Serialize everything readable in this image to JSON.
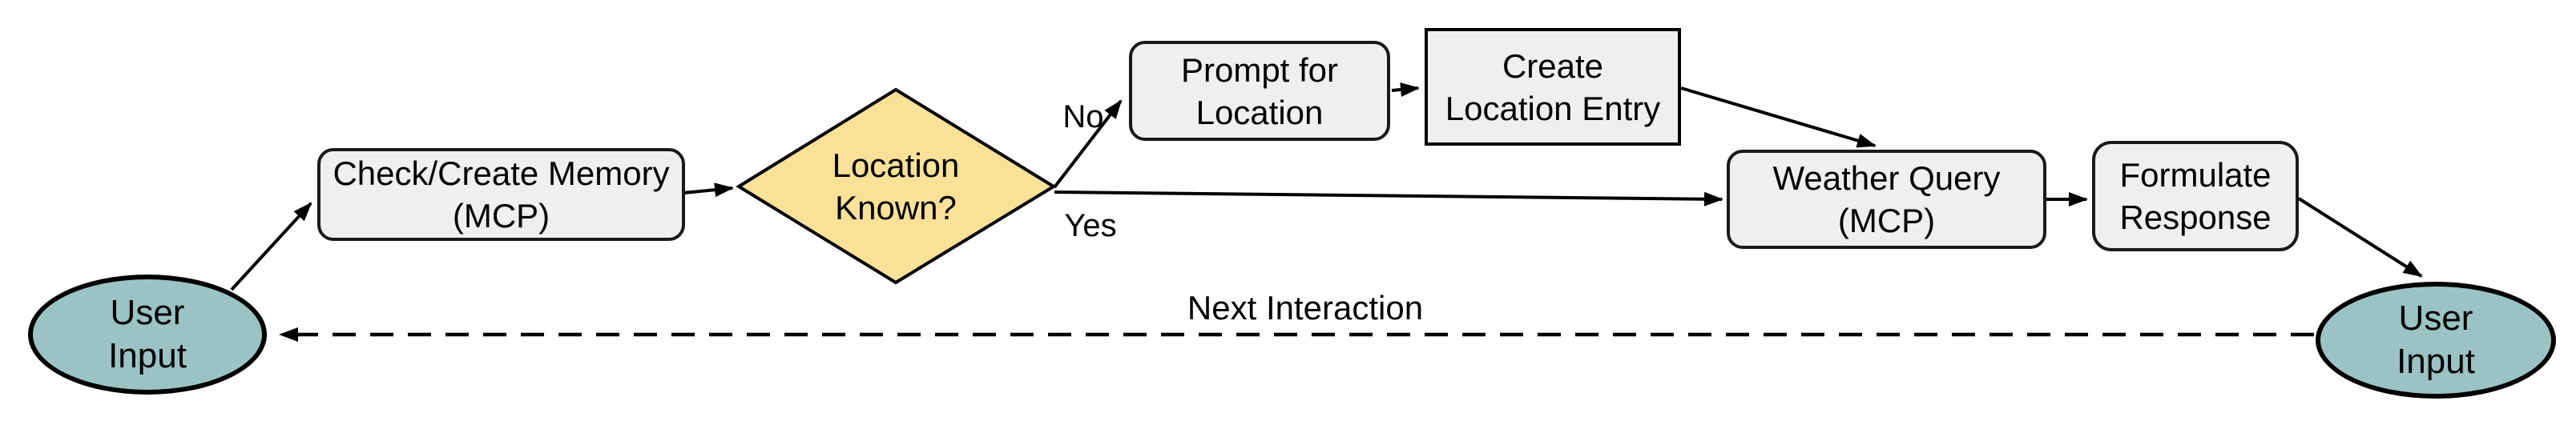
{
  "colors": {
    "background": "#FFFFFF",
    "terminal_fill": "#9BC3C4",
    "decision_fill": "#FAE198",
    "process_fill": "#EFEFEF",
    "stroke": "#000000"
  },
  "nodes": {
    "user_input_left": {
      "line1": "User",
      "line2": "Input"
    },
    "check_create_memory": {
      "line1": "Check/Create Memory",
      "line2": "(MCP)"
    },
    "location_known": {
      "line1": "Location",
      "line2": "Known?"
    },
    "prompt_for_location": {
      "line1": "Prompt for",
      "line2": "Location"
    },
    "create_location_entry": {
      "line1": "Create",
      "line2": "Location Entry"
    },
    "weather_query": {
      "line1": "Weather Query",
      "line2": "(MCP)"
    },
    "formulate_response": {
      "line1": "Formulate",
      "line2": "Response"
    },
    "user_input_right": {
      "line1": "User",
      "line2": "Input"
    }
  },
  "edge_labels": {
    "no": "No",
    "yes": "Yes",
    "next_interaction": "Next Interaction"
  }
}
